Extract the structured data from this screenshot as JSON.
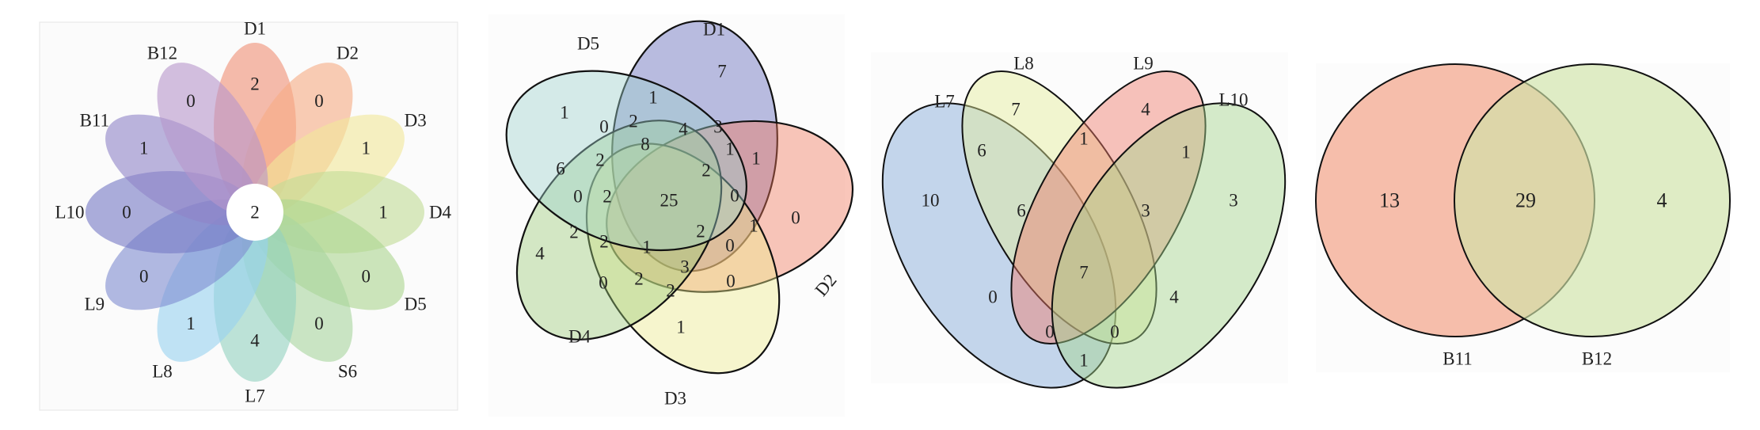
{
  "chart_data": [
    {
      "type": "venn-flower",
      "core_value": 2,
      "petals": [
        {
          "name": "D1",
          "value": 2,
          "color": "#f08f74"
        },
        {
          "name": "D2",
          "value": 0,
          "color": "#f7ab84"
        },
        {
          "name": "D3",
          "value": 1,
          "color": "#f1e79a"
        },
        {
          "name": "D4",
          "value": 1,
          "color": "#c2dc96"
        },
        {
          "name": "D5",
          "value": 0,
          "color": "#acd690"
        },
        {
          "name": "S6",
          "value": 0,
          "color": "#a9d69e"
        },
        {
          "name": "L7",
          "value": 4,
          "color": "#92d2c0"
        },
        {
          "name": "L8",
          "value": 1,
          "color": "#98d2f0"
        },
        {
          "name": "L9",
          "value": 0,
          "color": "#7f8cd0"
        },
        {
          "name": "L10",
          "value": 0,
          "color": "#7478c4"
        },
        {
          "name": "B11",
          "value": 1,
          "color": "#8f84c8"
        },
        {
          "name": "B12",
          "value": 0,
          "color": "#b896cc"
        }
      ]
    },
    {
      "type": "venn",
      "sets": [
        {
          "name": "D1",
          "color": "#5a62b8"
        },
        {
          "name": "D2",
          "color": "#f0785a"
        },
        {
          "name": "D3",
          "color": "#eeec8c"
        },
        {
          "name": "D4",
          "color": "#9acb78"
        },
        {
          "name": "D5",
          "color": "#9ed2cc"
        }
      ],
      "regions": [
        1,
        7,
        1,
        0,
        2,
        4,
        3,
        8,
        1,
        1,
        6,
        2,
        2,
        0,
        2,
        25,
        0,
        0,
        1,
        2,
        2,
        2,
        1,
        0,
        4,
        3,
        0,
        2,
        2,
        0,
        1
      ]
    },
    {
      "type": "venn",
      "sets": [
        {
          "name": "L7",
          "color": "#7fa6d8"
        },
        {
          "name": "L8",
          "color": "#e4ee98"
        },
        {
          "name": "L9",
          "color": "#f07a6a"
        },
        {
          "name": "L10",
          "color": "#a4d48c"
        }
      ],
      "regions": [
        7,
        4,
        6,
        1,
        1,
        10,
        6,
        3,
        3,
        7,
        0,
        4,
        0,
        0,
        1
      ]
    },
    {
      "type": "venn",
      "sets": [
        {
          "name": "B11",
          "color": "#f29c80"
        },
        {
          "name": "B12",
          "color": "#cfe4a8"
        }
      ],
      "regions": [
        13,
        29,
        4
      ]
    }
  ]
}
